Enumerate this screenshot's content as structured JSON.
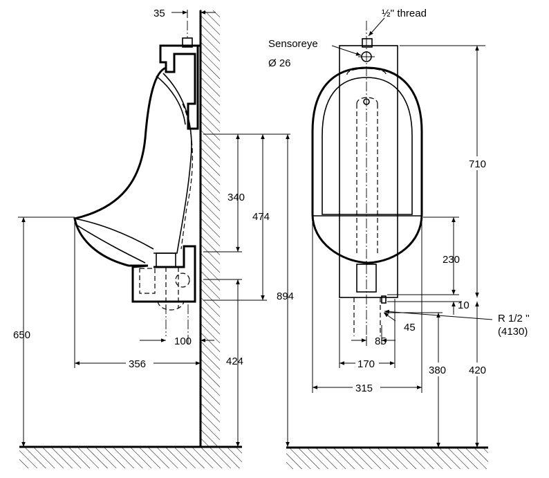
{
  "labels": {
    "thread": "½'' thread",
    "sensoreye": "Sensoreye",
    "sensor_diameter": "Ø 26",
    "r_half": "R 1/2 ''",
    "code": "(4130)"
  },
  "dimensions": {
    "d35": "35",
    "d340": "340",
    "d474": "474",
    "d894": "894",
    "d650": "650",
    "d100": "100",
    "d356": "356",
    "d424": "424",
    "d710": "710",
    "d230": "230",
    "d10": "10",
    "d45": "45",
    "d85": "85",
    "d170": "170",
    "d315": "315",
    "d380": "380",
    "d420": "420"
  }
}
